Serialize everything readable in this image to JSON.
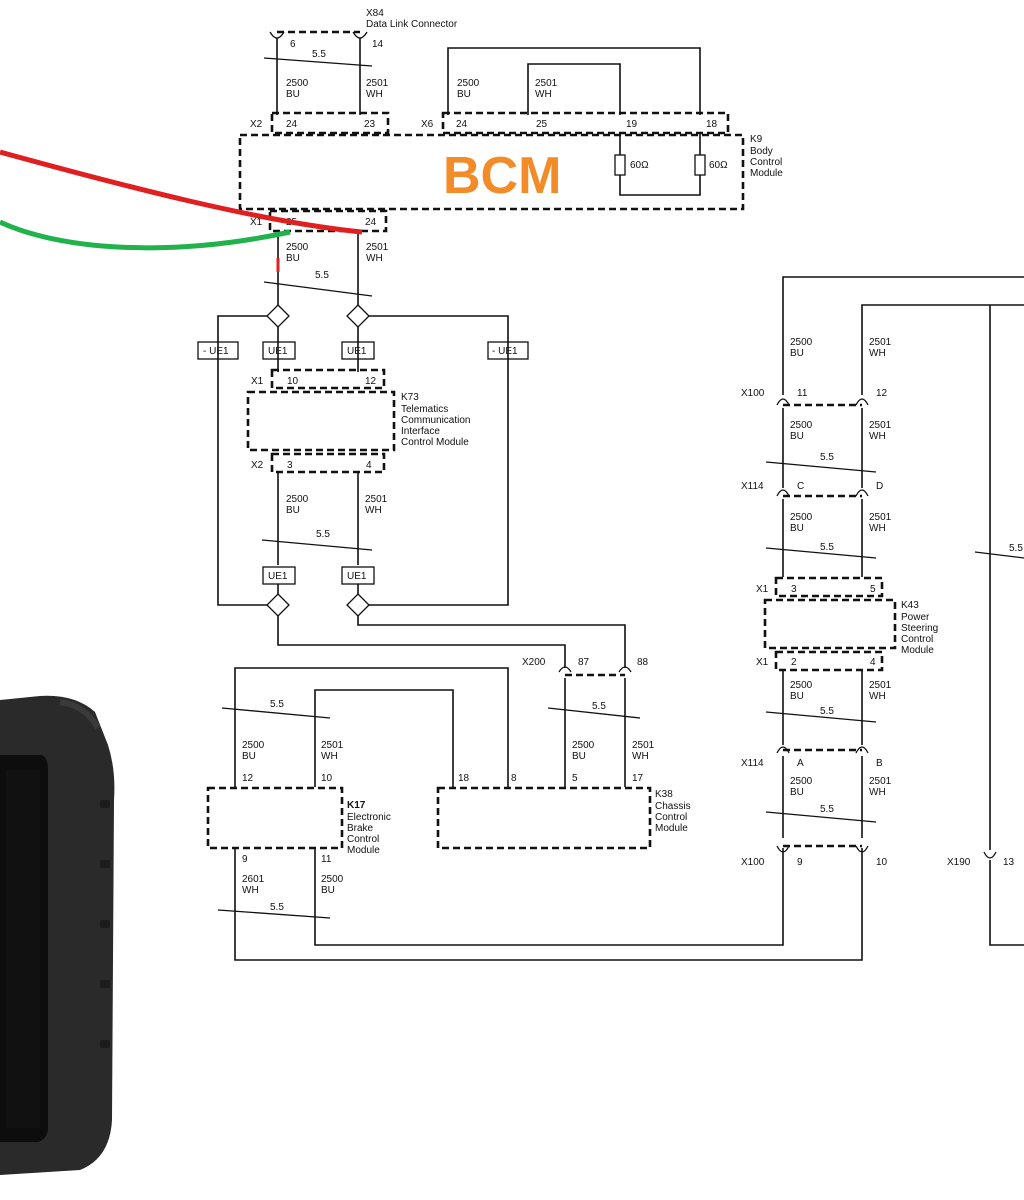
{
  "overlay": {
    "label": "BCM",
    "accent": "#F28C28",
    "red_wire": "#E02020",
    "green_wire": "#22B24C",
    "scanner_body": "#2a2a2a"
  },
  "pitch": "5.5",
  "wire": {
    "bu": "2500\nBU",
    "wh": "2501\nWH"
  },
  "dlc": {
    "ref": "X84",
    "name": "Data Link Connector",
    "pin_a": "6",
    "pin_b": "14"
  },
  "bcm": {
    "ref": "K9",
    "name": "Body\nControl\nModule",
    "conn_x2": "X2",
    "x2_p1": "24",
    "x2_p2": "23",
    "conn_x6": "X6",
    "x6_p1": "24",
    "x6_p2": "25",
    "x6_p3": "19",
    "x6_p4": "18",
    "res": "60Ω",
    "conn_x1": "X1",
    "x1_p1": "25",
    "x1_p2": "24",
    "partial_bu": "2500\nBU"
  },
  "splices": {
    "ue1": "UE1",
    "minus_ue1": "- UE1"
  },
  "k73": {
    "ref": "K73",
    "name": "Telematics\nCommunication\nInterface\nControl Module",
    "conn_x1": "X1",
    "p1": "10",
    "p2": "12",
    "conn_x2": "X2",
    "p3": "3",
    "p4": "4"
  },
  "k43": {
    "ref": "K43",
    "name": "Power\nSteering\nControl\nModule",
    "x100": "X100",
    "x100_p1": "11",
    "x100_p2": "12",
    "x114": "X114",
    "x114_p1": "C",
    "x114_p2": "D",
    "conn_x1": "X1",
    "p1": "3",
    "p2": "5",
    "p3": "2",
    "p4": "4",
    "x114b_p1": "A",
    "x114b_p2": "B",
    "x100b_p1": "9",
    "x100b_p2": "10"
  },
  "x200": {
    "ref": "X200",
    "p1": "87",
    "p2": "88"
  },
  "k17": {
    "ref": "K17",
    "name": "Electronic\nBrake\nControl\nModule",
    "p1": "12",
    "p2": "10",
    "p3": "9",
    "p4": "11"
  },
  "k38": {
    "ref": "K38",
    "name": "Chassis\nControl\nModule",
    "p1": "18",
    "p2": "8",
    "p3": "5",
    "p4": "17"
  },
  "x190": {
    "ref": "X190",
    "p1": "13"
  },
  "k17_bottom": {
    "wh": "2601\nWH",
    "bu": "2500\nBU"
  }
}
